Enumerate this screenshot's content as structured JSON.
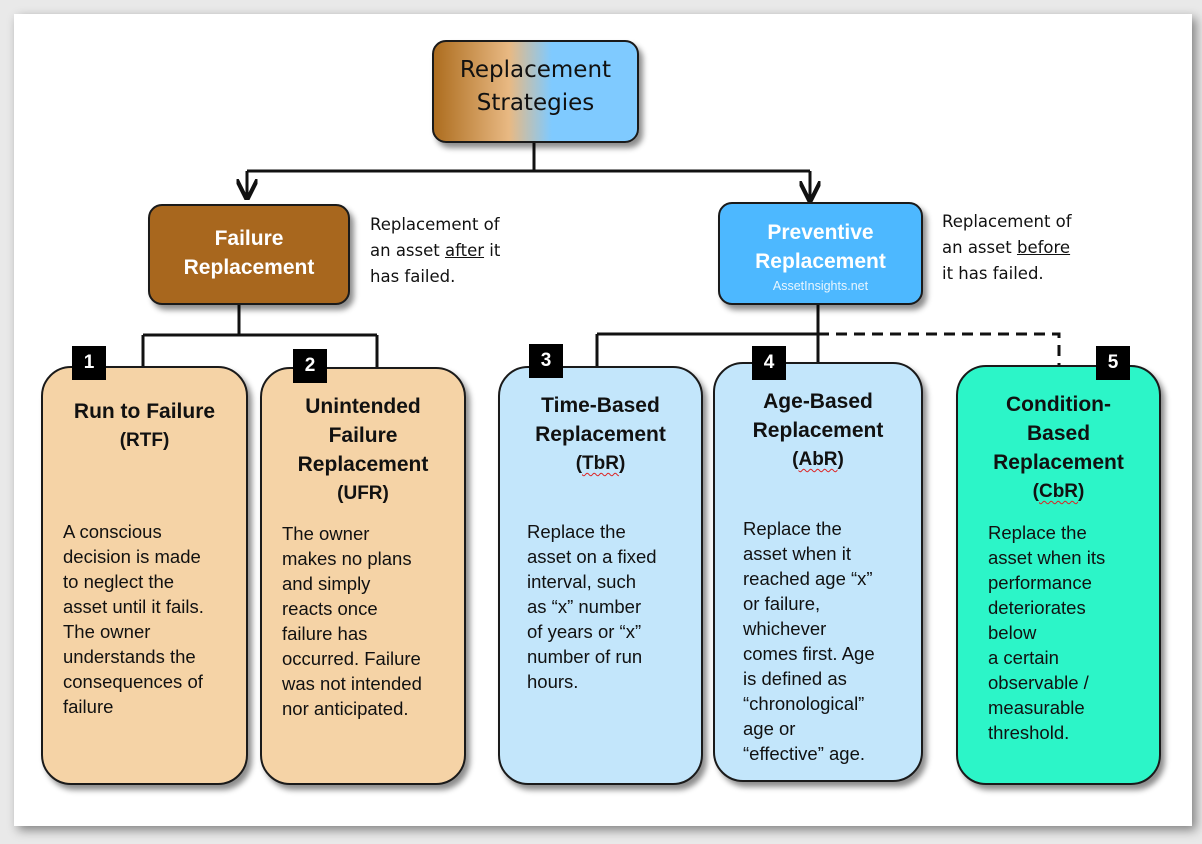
{
  "root": {
    "line1": "Replacement",
    "line2": "Strategies"
  },
  "failure": {
    "line1": "Failure",
    "line2": "Replacement",
    "note": {
      "p1": "Replacement of",
      "p2a": "an asset ",
      "p2u": "after",
      "p2b": " it",
      "p3": "has failed."
    }
  },
  "preventive": {
    "line1": "Preventive",
    "line2": "Replacement",
    "watermark": "AssetInsights.net",
    "note": {
      "p1": "Replacement of",
      "p2a": "an asset ",
      "p2u": "before",
      "p3": "it has failed."
    }
  },
  "strategies": [
    {
      "num": "1",
      "title": "Run to Failure",
      "abbr": "(RTF)",
      "desc": "A conscious\ndecision is made\nto neglect the\nasset until it fails.\nThe owner\nunderstands the\nconsequences of\nfailure"
    },
    {
      "num": "2",
      "t1": "Unintended",
      "t2": "Failure",
      "t3": "Replacement",
      "abbr": "(UFR)",
      "desc": "The owner\nmakes no plans\nand simply\nreacts once\nfailure has\noccurred. Failure\nwas not intended\nnor anticipated."
    },
    {
      "num": "3",
      "t1": "Time-Based",
      "t2": "Replacement",
      "abbr_open": "(",
      "abbr_core": "TbR",
      "abbr_close": ")",
      "desc": "Replace the\nasset on a fixed\ninterval, such\nas “x” number\nof years or “x”\nnumber  of run\nhours."
    },
    {
      "num": "4",
      "t1": "Age-Based",
      "t2": "Replacement",
      "abbr_open": "(",
      "abbr_core": "AbR",
      "abbr_close": ")",
      "desc": "Replace the\nasset when it\nreached age “x”\nor failure,\nwhichever\ncomes first. Age\nis defined as\n“chronological”\nage or\n“effective” age."
    },
    {
      "num": "5",
      "t1": "Condition-",
      "t2": "Based",
      "t3": "Replacement",
      "abbr_open": "(",
      "abbr_core": "CbR",
      "abbr_close": ")",
      "desc": "Replace the\nasset when its\nperformance\ndeteriorates\nbelow\na certain\nobservable /\nmeasurable\nthreshold."
    }
  ],
  "colors": {
    "peach": "#f5d3a6",
    "light_blue": "#c3e6fb",
    "teal": "#2cf5c8",
    "failure_brown": "#a8671e",
    "preventive_blue": "#4db8ff"
  }
}
